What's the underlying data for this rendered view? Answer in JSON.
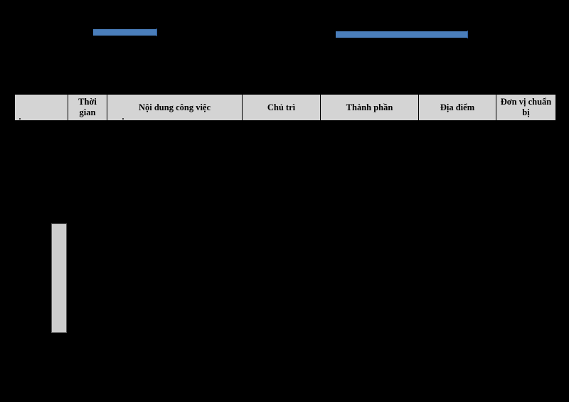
{
  "document": {
    "background_color": "#000000",
    "highlight_color": "#4a7ebb",
    "header_fill_color": "#d4d4d4",
    "shape_fill_color": "#cdcdcd"
  },
  "selections": [
    {
      "name": "highlight-left",
      "text": ""
    },
    {
      "name": "highlight-right",
      "text": ""
    }
  ],
  "table": {
    "headers": [
      {
        "key": "stt",
        "label": ""
      },
      {
        "key": "thoi_gian",
        "label": "Thời gian"
      },
      {
        "key": "noi_dung",
        "label": "Nội dung công việc"
      },
      {
        "key": "chu_tri",
        "label": "Chủ trì"
      },
      {
        "key": "thanh_phan",
        "label": "Thành phần"
      },
      {
        "key": "dia_diem",
        "label": "Địa điểm"
      },
      {
        "key": "don_vi",
        "label": "Đơn vị chuẩn bị"
      }
    ],
    "rows": []
  },
  "shape": {
    "name": "vertical-bar",
    "label": ""
  }
}
